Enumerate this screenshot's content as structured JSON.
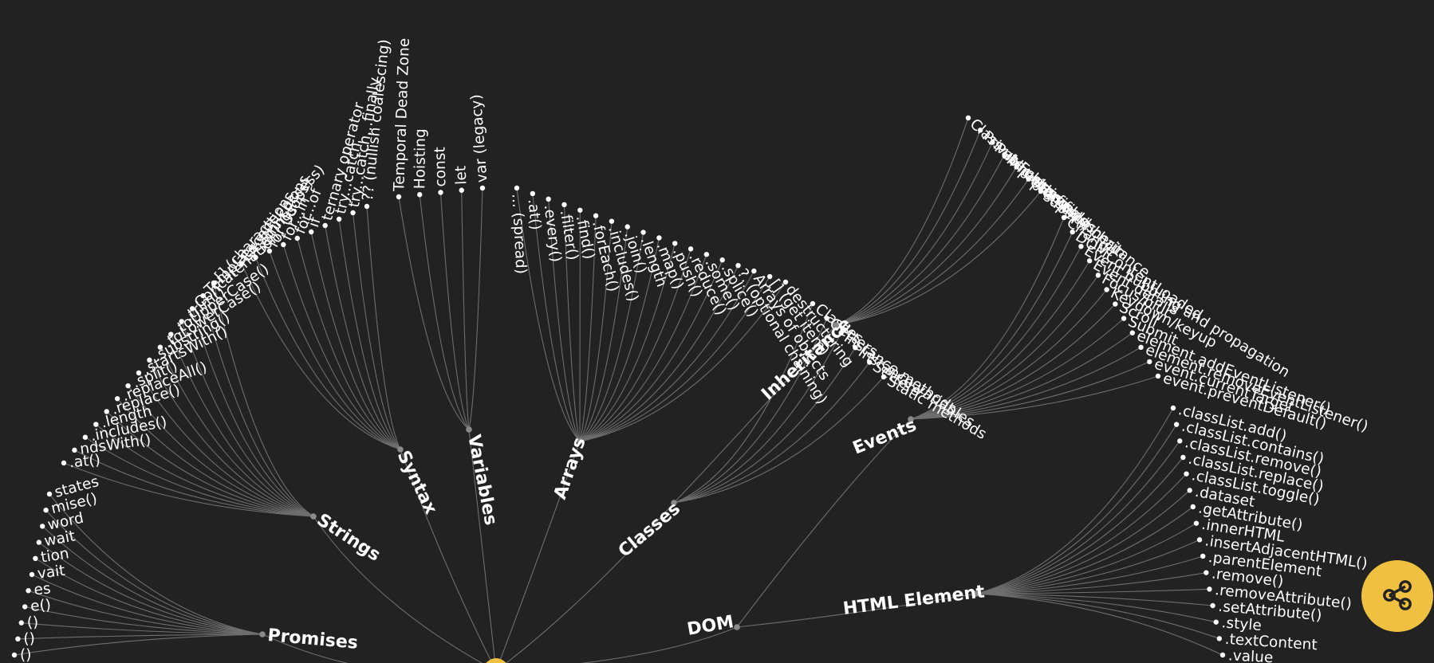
{
  "colors": {
    "background": "#222222",
    "edge": "#6e6e6e",
    "text": "#ffffff",
    "accent": "#f0c040"
  },
  "share_button": {
    "icon": "share-icon"
  },
  "branches": [
    {
      "id": "promises",
      "label": "Promises",
      "children": [
        "states",
        "mise()",
        "word",
        "wait",
        "tion",
        "vait",
        "es",
        "e()",
        "()",
        "()",
        "()"
      ]
    },
    {
      "id": "strings",
      "label": "Strings",
      "children": [
        ".at()",
        "ndsWith()",
        ".includes()",
        ".length",
        ".replace()",
        ".replaceAll()",
        ".split()",
        ".startsWith()",
        ".substring()",
        ".toLowerCase()",
        ".toUpperCase()",
        ".trim()",
        "Concatenation",
        "Template strings",
        "[] (character access)"
      ]
    },
    {
      "id": "syntax",
      "label": "Syntax",
      "children": [
        "Exceptions",
        "Semi-colons",
        "for (loops)",
        "for...in",
        "for...of",
        "if",
        "ternary operator",
        "try...catch",
        "try...catch...finally",
        "?? (nullish coalescing)"
      ]
    },
    {
      "id": "variables",
      "label": "Variables",
      "children": [
        "Temporal Dead Zone",
        "Hoisting",
        "const",
        "let",
        "var (legacy)"
      ]
    },
    {
      "id": "arrays",
      "label": "Arrays",
      "children": [
        "... (spread)",
        ".at()",
        ".every()",
        ".filter()",
        ".find()",
        ".forEach()",
        ".includes()",
        ".join()",
        ".length",
        ".map()",
        ".push()",
        ".reduce()",
        ".some()",
        ".splice()",
        "?. (optional chaining)",
        "Arrays of objects",
        "[] (get item)",
        "destructuring"
      ]
    },
    {
      "id": "classes",
      "label": "Classes",
      "children": [
        "Classes",
        "Getters",
        "Instance methods",
        "Instance variables",
        "Setters",
        "Static methods"
      ]
    },
    {
      "id": "inheritance",
      "label": "Inheritance",
      "children": [
        "Class vs Function",
        "Private class fields",
        "Public class fields",
        "inheritance",
        "prototypal inheritance",
        "prototype chain",
        "super()"
      ]
    },
    {
      "id": "events",
      "label": "Events",
      "children": [
        "Change",
        "DOMContentLoaded",
        "Event bubbling and propagation",
        "Event details",
        "Focus/blur",
        "Keydown/keyup",
        "Scroll",
        "Submit",
        "element.addEventListener()",
        "element.removeEventListener()",
        "event.currentTarget",
        "event.preventDefault()"
      ]
    },
    {
      "id": "dom",
      "label": "DOM",
      "children": []
    },
    {
      "id": "html_element",
      "label": "HTML Element",
      "children": [
        ".classList.add()",
        ".classList.contains()",
        ".classList.remove()",
        ".classList.replace()",
        ".classList.toggle()",
        ".dataset",
        ".getAttribute()",
        ".innerHTML",
        ".insertAdjacentHTML()",
        ".parentElement",
        ".remove()",
        ".removeAttribute()",
        ".setAttribute()",
        ".style",
        ".textContent",
        ".value"
      ]
    }
  ]
}
